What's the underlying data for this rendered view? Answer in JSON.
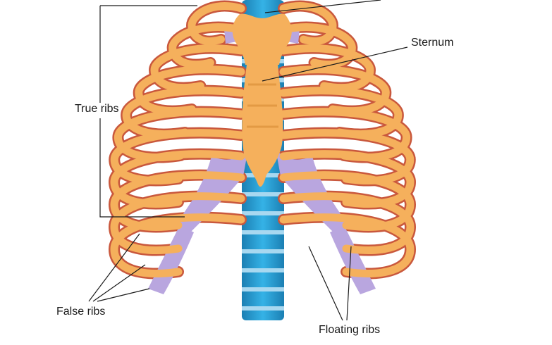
{
  "labels": {
    "sternum": "Sternum",
    "true_ribs": "True ribs",
    "false_ribs": "False ribs",
    "floating_ribs": "Floating ribs"
  },
  "colors": {
    "background": "#ffffff",
    "rib_bone": "#f5b05c",
    "rib_inner": "#c9583d",
    "cartilage": "#b9a6df",
    "spine": "#2396cc",
    "spine_disc": "#a8d8f0",
    "leader_line": "#1a1a1a"
  }
}
